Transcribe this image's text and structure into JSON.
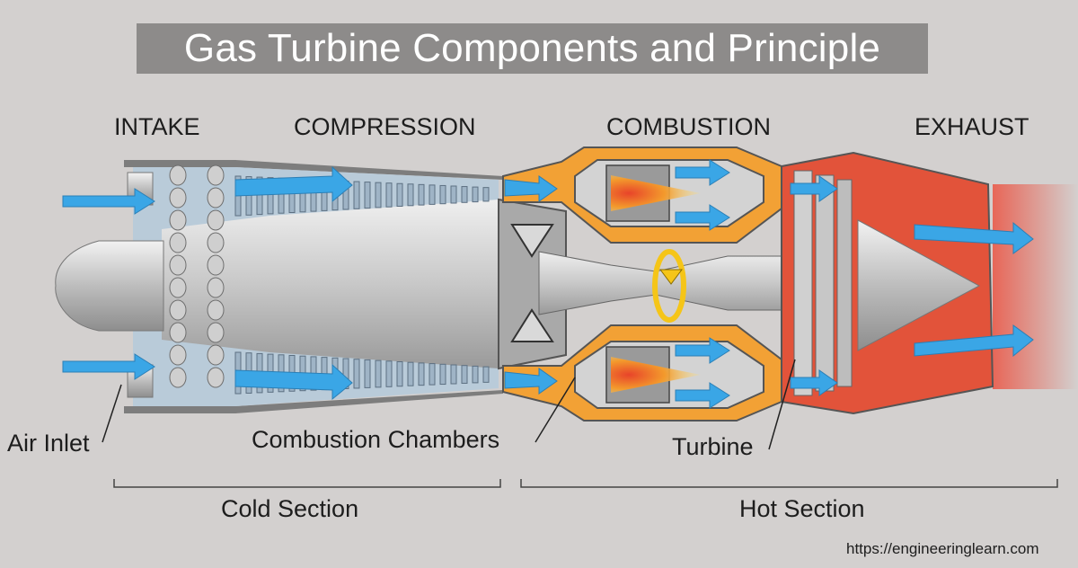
{
  "title": "Gas Turbine Components and Principle",
  "stages": {
    "intake": "INTAKE",
    "compression": "COMPRESSION",
    "combustion": "COMBUSTION",
    "exhaust": "EXHAUST"
  },
  "parts": {
    "air_inlet": "Air Inlet",
    "combustion_chambers": "Combustion Chambers",
    "turbine": "Turbine"
  },
  "sections": {
    "cold": "Cold Section",
    "hot": "Hot Section"
  },
  "source_url": "https://engineeringlearn.com",
  "colors": {
    "background": "#d3d0cf",
    "airflow": "#3aa6e6",
    "hot_section": "#e2533a",
    "combustion_casing": "#f2a135",
    "compressor": "#b9cbd9",
    "rotation_arrow": "#f5c518"
  }
}
